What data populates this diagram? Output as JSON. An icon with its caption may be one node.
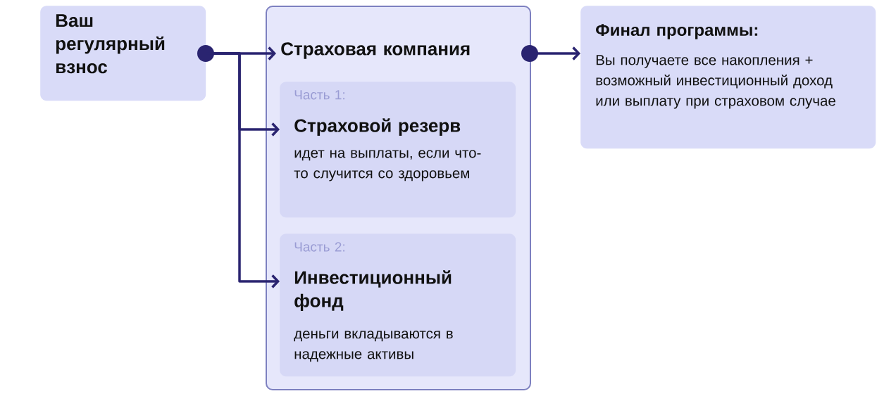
{
  "diagram": {
    "nodes": [
      {
        "text": [
          "Ваш регулярный взнос"
        ]
      },
      {
        "text": [
          "Страховая компания"
        ]
      },
      {
        "text": [
          "Часть 1:",
          "Страховой резерв",
          "идет на выплаты, если что-то случится со здоровьем"
        ],
        "in": 1
      },
      {
        "text": [
          "Часть 2:",
          "Инвестиционный фонд",
          "деньги вкладываются в надежные активы"
        ],
        "in": 1
      },
      {
        "text": [
          "Финал программы:",
          "Вы получаете все накопления + возможный инвестиционный доход или выплату при страховом случае"
        ]
      }
    ],
    "edges": [
      {
        "from": 0,
        "to": 1,
        "arrow": "to"
      },
      {
        "from": 0,
        "to": 2,
        "arrow": "to"
      },
      {
        "from": 0,
        "to": 3,
        "arrow": "to"
      },
      {
        "from": 1,
        "to": 4,
        "arrow": "to"
      }
    ]
  }
}
